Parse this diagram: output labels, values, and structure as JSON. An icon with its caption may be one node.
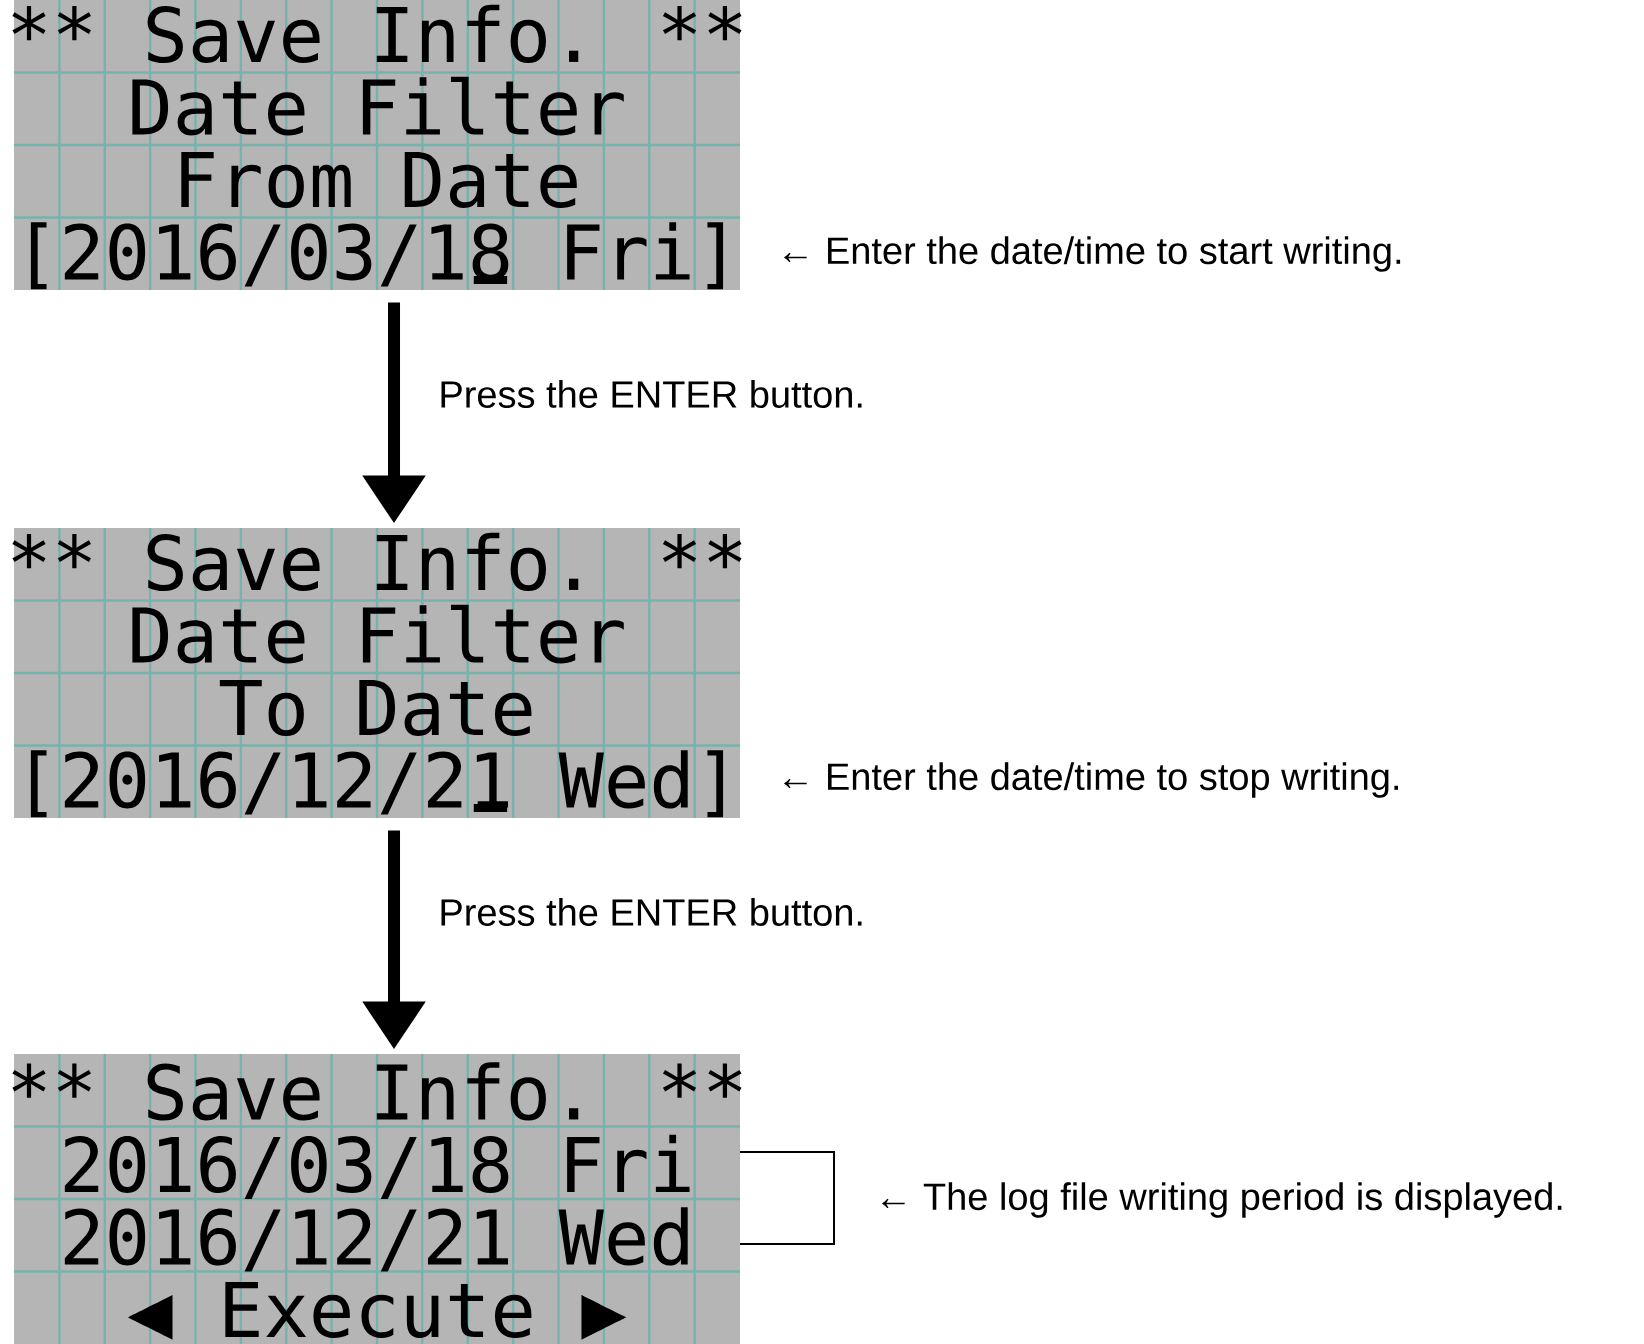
{
  "diagram": {
    "nodes": [
      {
        "text": [
          "** Save Info. **",
          "Date Filter",
          "From Date",
          "[2016/03/18 Fri]"
        ],
        "beside": [
          "← Enter the date/time to start writing."
        ]
      },
      {
        "text": [
          "** Save Info. **",
          "Date Filter",
          "To Date",
          "[2016/12/21 Wed]"
        ],
        "beside": [
          "← Enter the date/time to stop writing."
        ]
      },
      {
        "text": [
          "** Save Info. **",
          "2016/03/18 Fri",
          "2016/12/21 Wed",
          "◀ Execute ▶"
        ],
        "beside": [
          "← The log file writing period is displayed."
        ]
      }
    ],
    "edges": [
      {
        "from": 0,
        "to": 1,
        "arrow": "to",
        "label": "Press the ENTER button."
      },
      {
        "from": 1,
        "to": 2,
        "arrow": "to",
        "label": "Press the ENTER button."
      }
    ]
  }
}
